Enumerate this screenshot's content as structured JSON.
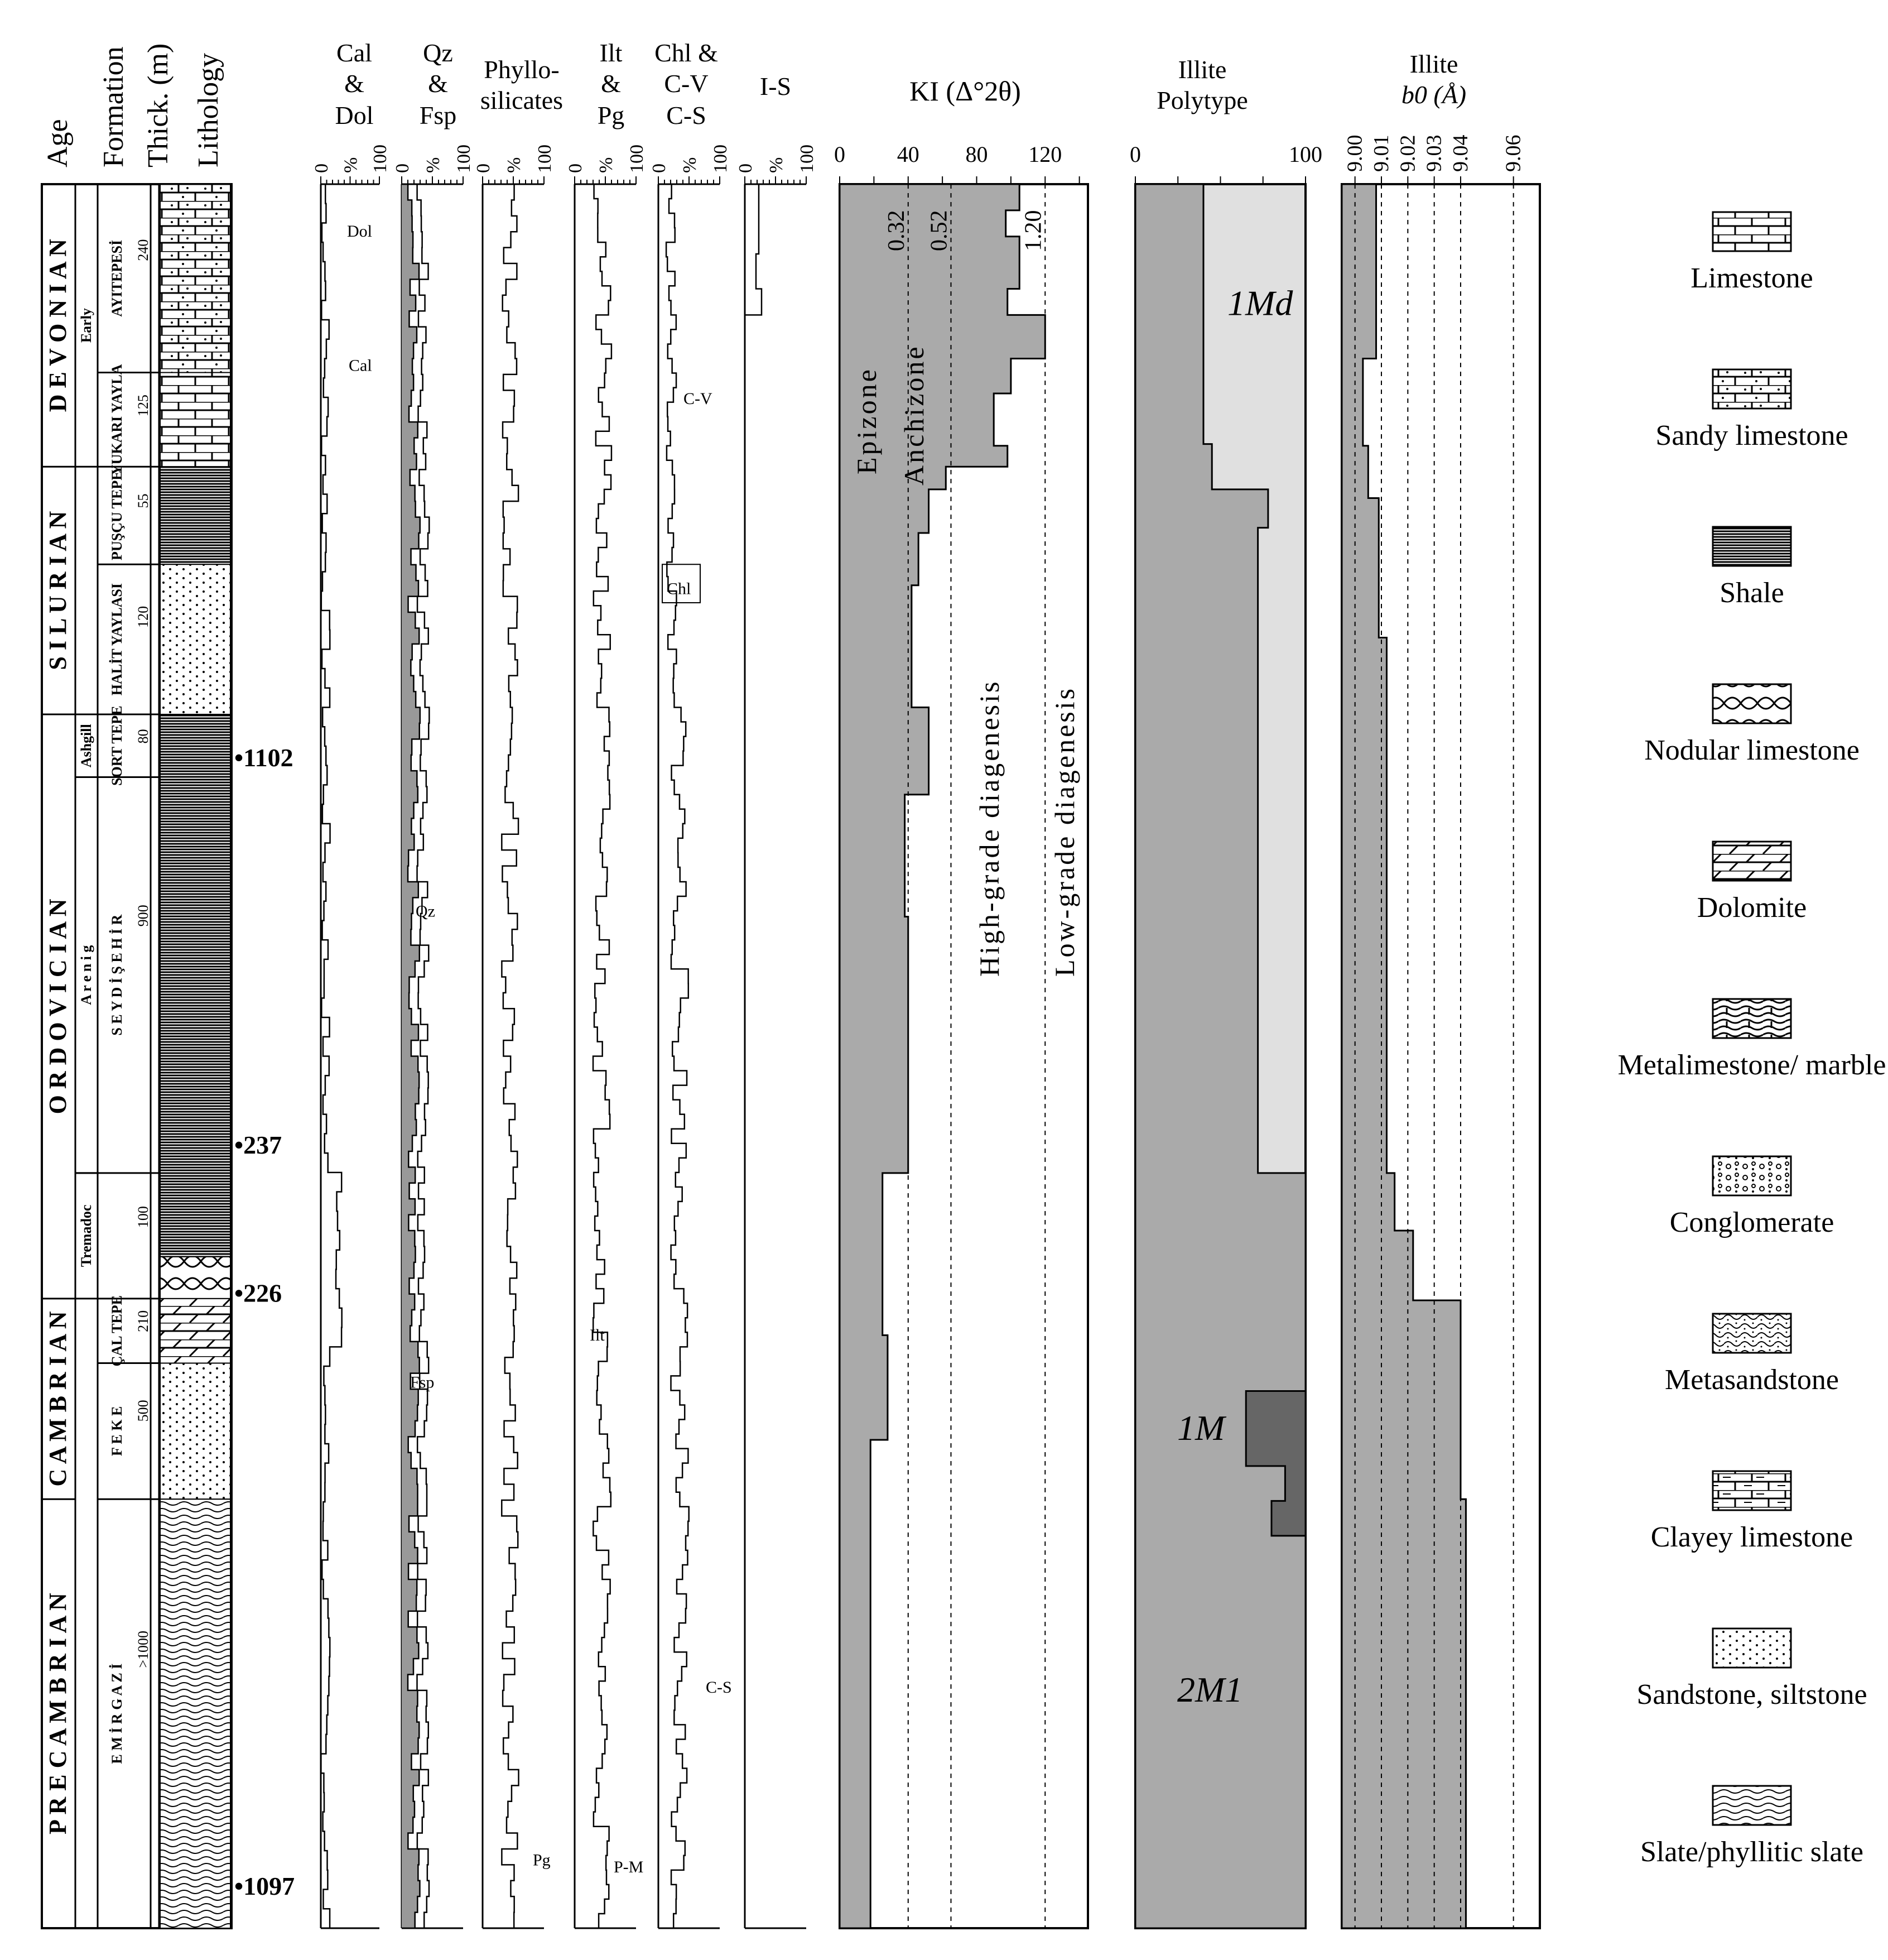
{
  "headers": {
    "age": "Age",
    "formation": "Formation",
    "thickness": "Thick. (m)",
    "lithology": "Lithology",
    "cal_dol": [
      "Cal",
      "&",
      "Dol"
    ],
    "qz_fsp": [
      "Qz",
      "&",
      "Fsp"
    ],
    "phyllo": [
      "Phyllo-",
      "silicates"
    ],
    "ilt_pg": [
      "Ilt",
      "&",
      "Pg"
    ],
    "chl": [
      "Chl &",
      "C-V",
      "C-S"
    ],
    "is": "I-S",
    "ki": "KI (Δ°2θ)",
    "polytype": [
      "Illite",
      "Polytype"
    ],
    "b0": [
      "Illite",
      "b0 (Å)"
    ]
  },
  "percent_ticks": [
    "0",
    "%",
    "100"
  ],
  "ki_ticks": [
    "0",
    "40",
    "80",
    "120"
  ],
  "polytype_ticks": [
    "0",
    "100"
  ],
  "b0_ticks": [
    "9.00",
    "9.01",
    "9.02",
    "9.03",
    "9.04",
    "9.06"
  ],
  "systems": [
    {
      "name": "D E V O N I A N",
      "top": 0,
      "bottom": 0.162
    },
    {
      "name": "S I L U R I A N",
      "top": 0.162,
      "bottom": 0.304
    },
    {
      "name": "O R D O V I C I A N",
      "top": 0.304,
      "bottom": 0.639
    },
    {
      "name": "C A M B R I A N",
      "top": 0.639,
      "bottom": 0.754
    },
    {
      "name": "P R E C A M B R I A N",
      "top": 0.754,
      "bottom": 1.0
    }
  ],
  "series": [
    {
      "name": "Early",
      "top": 0,
      "bottom": 0.162
    },
    {
      "name": "Ashgill",
      "top": 0.304,
      "bottom": 0.34
    },
    {
      "name": "A r e n i g",
      "top": 0.34,
      "bottom": 0.567
    },
    {
      "name": "Tremadoc",
      "top": 0.567,
      "bottom": 0.639
    }
  ],
  "formations": [
    {
      "name": "AYITEPESİ",
      "thickness": "240",
      "top": 0,
      "bottom": 0.108
    },
    {
      "name": "YUKARI YAYLA",
      "thickness": "125",
      "top": 0.108,
      "bottom": 0.162
    },
    {
      "name": "PUŞÇU TEPE",
      "thickness": "55",
      "top": 0.162,
      "bottom": 0.218
    },
    {
      "name": "HALİT YAYLASI",
      "thickness": "120",
      "top": 0.218,
      "bottom": 0.304
    },
    {
      "name": "SORT TEPE",
      "thickness": "80",
      "top": 0.304,
      "bottom": 0.34
    },
    {
      "name": "S E Y D İ Ş E H İ R",
      "thickness": "900",
      "top": 0.34,
      "bottom": 0.567
    },
    {
      "name": "",
      "thickness": "100",
      "top": 0.567,
      "bottom": 0.639
    },
    {
      "name": "ÇAL TEPE",
      "thickness": "210",
      "top": 0.639,
      "bottom": 0.676
    },
    {
      "name": "F E K E",
      "thickness": "500",
      "top": 0.676,
      "bottom": 0.754
    },
    {
      "name": "E M İ R G A Z İ",
      "thickness": ">1000",
      "top": 0.754,
      "bottom": 1.0
    }
  ],
  "samples": [
    {
      "label": "•1102",
      "pos": 0.329
    },
    {
      "label": "•237",
      "pos": 0.551
    },
    {
      "label": "•226",
      "pos": 0.636
    },
    {
      "label": "•1097",
      "pos": 0.976
    }
  ],
  "ki_values": [
    {
      "value": "0.32",
      "x": 40
    },
    {
      "value": "0.52",
      "x": 65
    },
    {
      "value": "1.20",
      "x": 120
    }
  ],
  "zones": [
    "Epizone",
    "Anchizone",
    "High-grade diagenesis",
    "Low-grade diagenesis"
  ],
  "column_labels": {
    "dol": "Dol",
    "cal": "Cal",
    "qz": "Qz",
    "fsp": "Fsp",
    "ilt": "Ilt",
    "pg": "Pg",
    "pm": "P-M",
    "cv": "C-V",
    "chl": "Chl",
    "cs": "C-S"
  },
  "polytype_labels": {
    "m1d": "1Md",
    "m1": "1M",
    "m2": "2M1"
  },
  "polytype_data": [
    {
      "top": 0,
      "bottom": 0.149,
      "two_m1": 40
    },
    {
      "top": 0.149,
      "bottom": 0.162,
      "two_m1": 45
    },
    {
      "top": 0.162,
      "bottom": 0.175,
      "two_m1": 45
    },
    {
      "top": 0.175,
      "bottom": 0.197,
      "two_m1": 78
    },
    {
      "top": 0.197,
      "bottom": 0.567,
      "two_m1": 72
    },
    {
      "top": 0.567,
      "bottom": 1.0,
      "two_m1": 100
    }
  ],
  "ki_data": [
    {
      "top": 0,
      "bottom": 0.015,
      "value": 105
    },
    {
      "top": 0.015,
      "bottom": 0.03,
      "value": 97
    },
    {
      "top": 0.03,
      "bottom": 0.06,
      "value": 105
    },
    {
      "top": 0.06,
      "bottom": 0.075,
      "value": 98
    },
    {
      "top": 0.075,
      "bottom": 0.1,
      "value": 120
    },
    {
      "top": 0.1,
      "bottom": 0.12,
      "value": 100
    },
    {
      "top": 0.12,
      "bottom": 0.15,
      "value": 90
    },
    {
      "top": 0.15,
      "bottom": 0.162,
      "value": 98
    },
    {
      "top": 0.162,
      "bottom": 0.175,
      "value": 62
    },
    {
      "top": 0.175,
      "bottom": 0.2,
      "value": 52
    },
    {
      "top": 0.2,
      "bottom": 0.23,
      "value": 46
    },
    {
      "top": 0.23,
      "bottom": 0.3,
      "value": 42
    },
    {
      "top": 0.3,
      "bottom": 0.35,
      "value": 52
    },
    {
      "top": 0.35,
      "bottom": 0.42,
      "value": 38
    },
    {
      "top": 0.42,
      "bottom": 0.567,
      "value": 40
    },
    {
      "top": 0.567,
      "bottom": 0.66,
      "value": 25
    },
    {
      "top": 0.66,
      "bottom": 0.72,
      "value": 28
    },
    {
      "top": 0.72,
      "bottom": 1.0,
      "value": 18
    }
  ],
  "b0_data": [
    {
      "top": 0,
      "bottom": 0.1,
      "value": 9.008
    },
    {
      "top": 0.1,
      "bottom": 0.15,
      "value": 9.003
    },
    {
      "top": 0.15,
      "bottom": 0.18,
      "value": 9.005
    },
    {
      "top": 0.18,
      "bottom": 0.26,
      "value": 9.009
    },
    {
      "top": 0.26,
      "bottom": 0.567,
      "value": 9.012
    },
    {
      "top": 0.567,
      "bottom": 0.6,
      "value": 9.015
    },
    {
      "top": 0.6,
      "bottom": 0.64,
      "value": 9.022
    },
    {
      "top": 0.64,
      "bottom": 0.754,
      "value": 9.04
    },
    {
      "top": 0.754,
      "bottom": 1.0,
      "value": 9.042
    }
  ],
  "legend": [
    {
      "key": "limestone",
      "label": "Limestone"
    },
    {
      "key": "sandy",
      "label": "Sandy limestone"
    },
    {
      "key": "shale",
      "label": "Shale"
    },
    {
      "key": "nodular",
      "label": "Nodular limestone"
    },
    {
      "key": "dolomite",
      "label": "Dolomite"
    },
    {
      "key": "metalime",
      "label": "Metalimestone/ marble"
    },
    {
      "key": "conglom",
      "label": "Conglomerate"
    },
    {
      "key": "metasand",
      "label": "Metasandstone"
    },
    {
      "key": "clayey",
      "label": "Clayey limestone"
    },
    {
      "key": "sandstone",
      "label": "Sandstone, siltstone"
    },
    {
      "key": "slate",
      "label": "Slate/phyllitic slate"
    }
  ]
}
